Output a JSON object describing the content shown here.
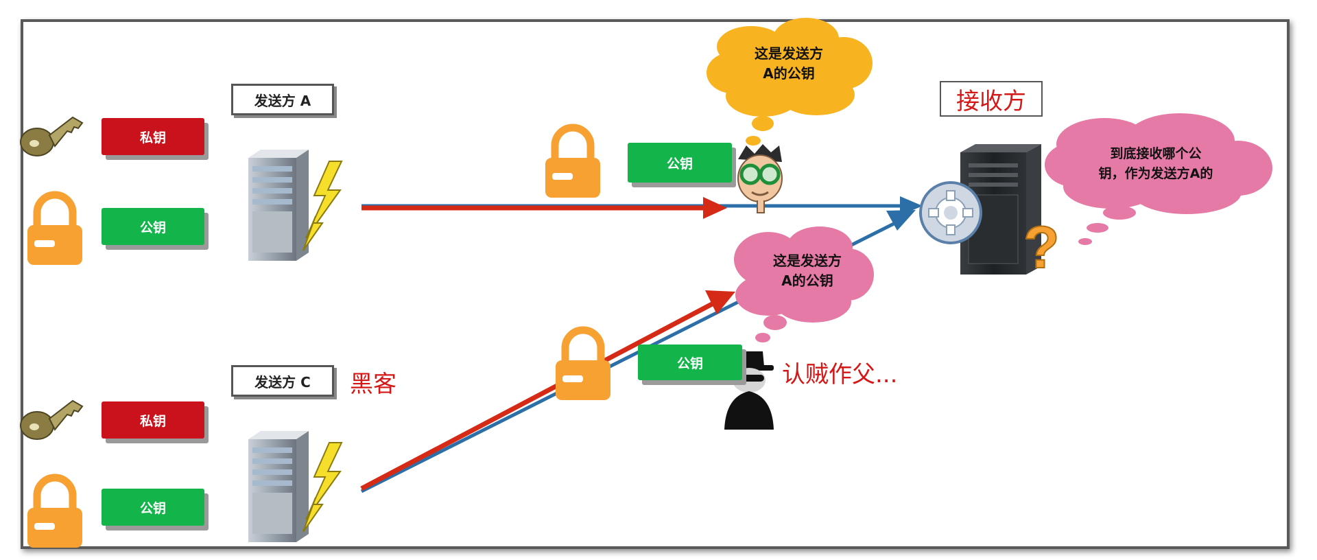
{
  "sender_a": {
    "label": "发送方 A",
    "private_key": "私钥",
    "public_key": "公钥"
  },
  "sender_c": {
    "label": "发送方 C",
    "private_key": "私钥",
    "public_key": "公钥",
    "tag": "黑客"
  },
  "receiver": {
    "label": "接收方"
  },
  "middle_top": {
    "public_key": "公钥",
    "thought": [
      "这是发送方",
      "A的公钥"
    ]
  },
  "middle_bottom": {
    "public_key": "公钥",
    "thought": [
      "这是发送方",
      "A的公钥"
    ],
    "caption": "认贼作父..."
  },
  "receiver_thought": [
    "到底接收哪个公",
    "钥，作为发送方A的"
  ],
  "colors": {
    "red_key": "#c9121c",
    "green_key": "#13b54b",
    "lock": "#f7a133",
    "arrow_red": "#d42a16",
    "arrow_blue": "#2c6fa8",
    "cloud_yellow": "#f8b320",
    "cloud_pink": "#e67aa6",
    "accent_text": "#d41818"
  }
}
